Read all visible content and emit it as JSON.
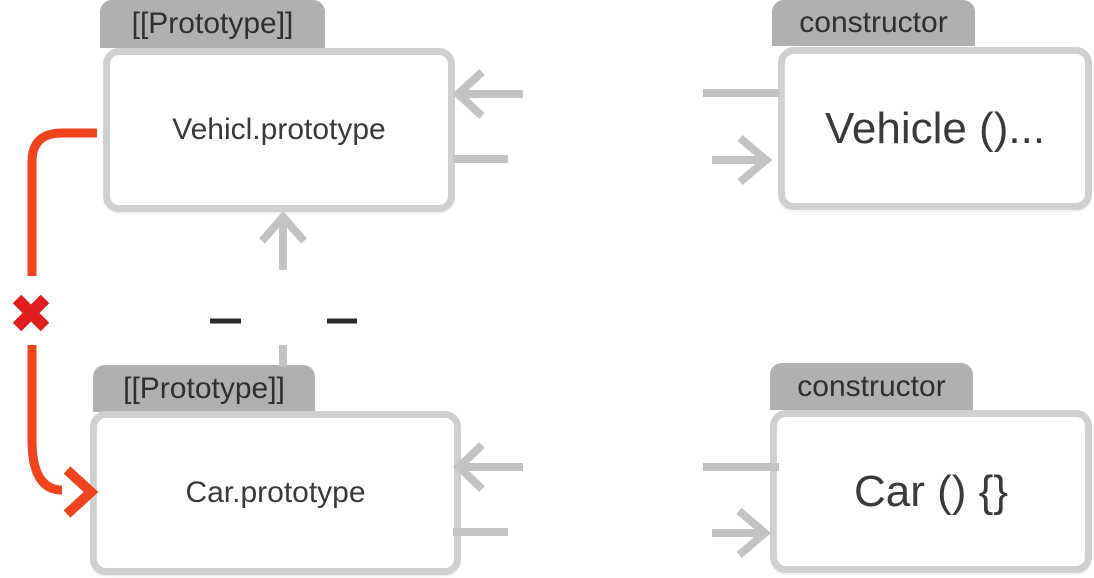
{
  "diagram": {
    "nodes": {
      "vehicle_prototype": {
        "tab": "[[Prototype]]",
        "label": "Vehicl.prototype"
      },
      "vehicle_constructor": {
        "tab": "constructor",
        "label": "Vehicle ()..."
      },
      "car_prototype": {
        "tab": "[[Prototype]]",
        "label": "Car.prototype"
      },
      "car_constructor": {
        "tab": "constructor",
        "label": "Car () {}"
      }
    },
    "icons": {
      "broken_link_x": "✕",
      "prototype_arrow_up": "↑",
      "arrow_into_prototype": "←",
      "arrow_into_constructor": "→"
    },
    "colors": {
      "bg": "#ffffff",
      "tab-gray": "#b0b0b0",
      "tab-text": "#2f2f2f",
      "border-gray": "#d0d0d0",
      "label-text": "#3a3a3a",
      "arrow-gray": "#c3c3c3",
      "dash-dark": "#2b2b2b",
      "red-line": "#f2441c",
      "red-x": "#e11d1d"
    }
  }
}
